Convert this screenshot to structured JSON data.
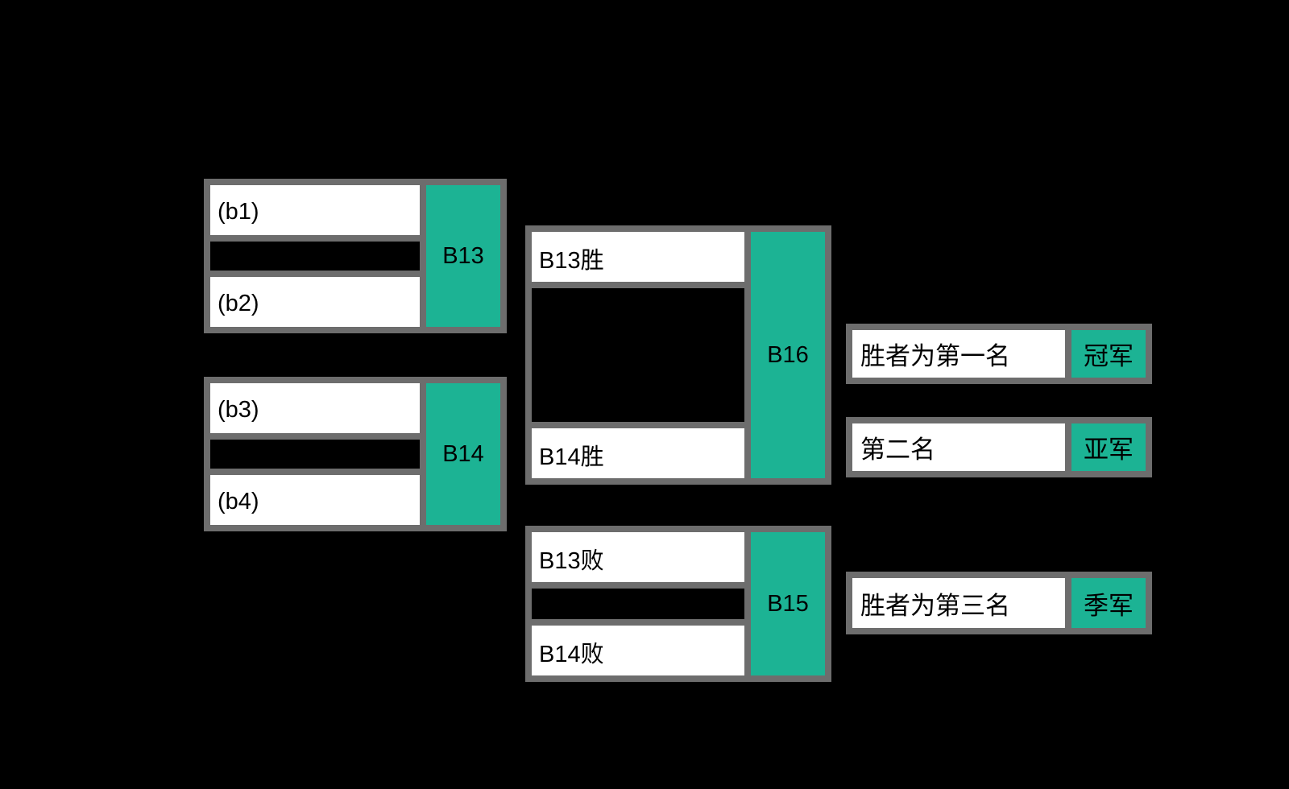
{
  "colors": {
    "background": "#000000",
    "slot_fill": "#ffffff",
    "accent_teal": "#1cb394",
    "border_gray": "#6d6d6d",
    "text": "#000000"
  },
  "bracket": {
    "semifinals": [
      {
        "match_id": "B13",
        "slots": [
          "(b1)",
          "(b2)"
        ]
      },
      {
        "match_id": "B14",
        "slots": [
          "(b3)",
          "(b4)"
        ]
      }
    ],
    "final_match": {
      "match_id": "B16",
      "slots": [
        "B13胜",
        "B14胜"
      ]
    },
    "third_place_match": {
      "match_id": "B15",
      "slots": [
        "B13败",
        "B14败"
      ]
    },
    "results": [
      {
        "label": "胜者为第一名",
        "badge": "冠军"
      },
      {
        "label": "第二名",
        "badge": "亚军"
      },
      {
        "label": "胜者为第三名",
        "badge": "季军"
      }
    ]
  }
}
